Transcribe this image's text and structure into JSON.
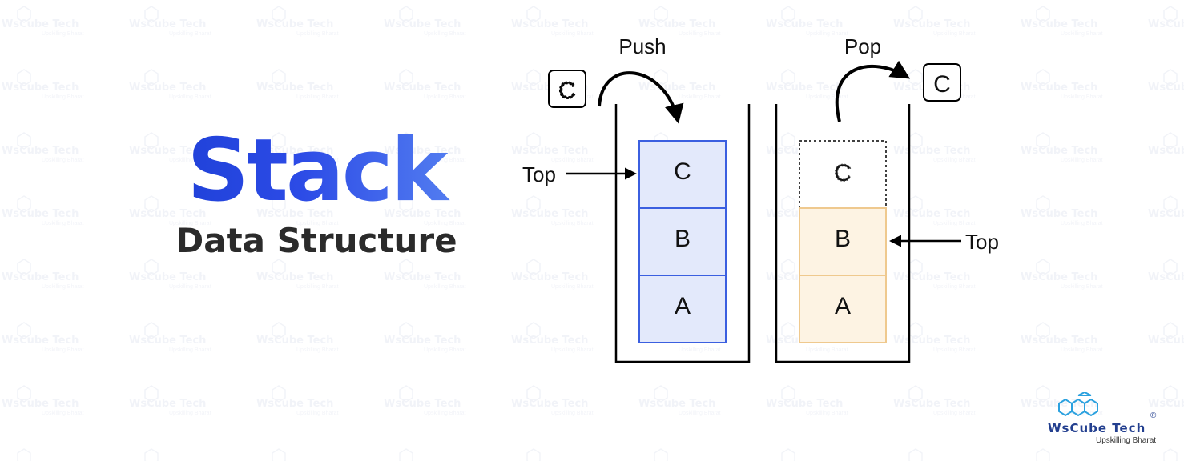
{
  "title": {
    "main": "Stack",
    "sub": "Data Structure"
  },
  "push_diagram": {
    "operation": "Push",
    "incoming": "C",
    "top_label": "Top",
    "cells": [
      "C",
      "B",
      "A"
    ],
    "cell_fill": "#e3e9fb",
    "cell_stroke": "#3b5fe0"
  },
  "pop_diagram": {
    "operation": "Pop",
    "outgoing": "C",
    "removed": "C",
    "top_label": "Top",
    "cells": [
      "B",
      "A"
    ],
    "cell_fill": "#fdf3e3",
    "cell_stroke": "#efc98e"
  },
  "logo": {
    "brand": "WsCube Tech",
    "tagline": "Upskilling Bharat",
    "registered": "®",
    "color": "#233f8f",
    "accent": "#2aa1df"
  },
  "watermark": {
    "text": "WsCube Tech",
    "tagline": "Upskilling Bharat"
  }
}
